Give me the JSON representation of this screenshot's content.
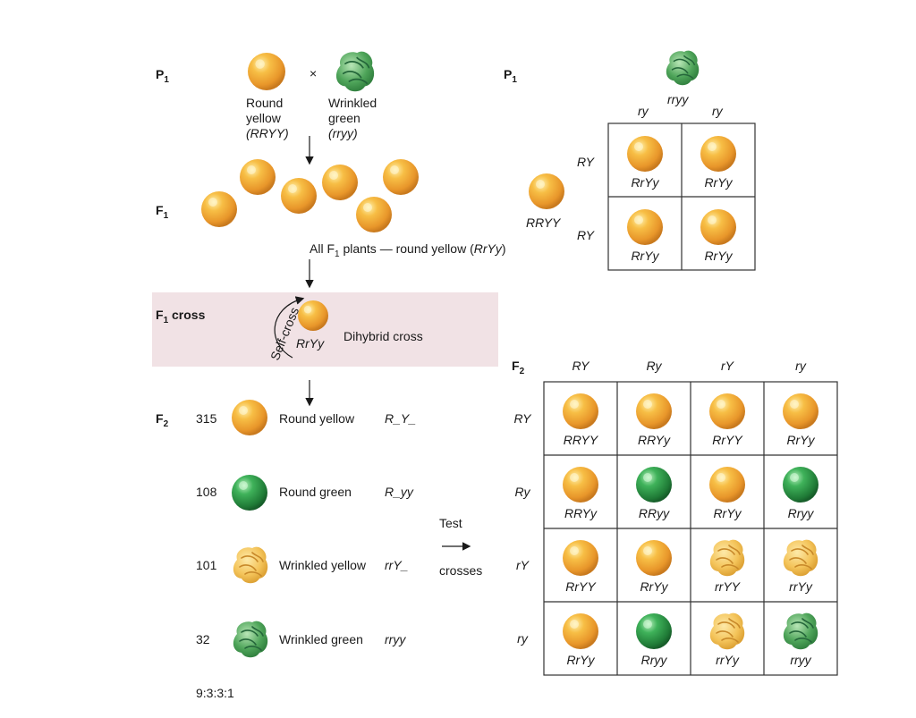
{
  "parental": {
    "p1_label": "P",
    "p1_sub": "1",
    "cross_symbol": "×",
    "round_yellow": {
      "line1": "Round",
      "line2": "yellow",
      "genotype": "(RRYY)"
    },
    "wrinkled_green": {
      "line1": "Wrinkled",
      "line2": "green",
      "genotype": "(rryy)"
    }
  },
  "f1": {
    "label": "F",
    "sub": "1",
    "caption_pre": "All F",
    "caption_sub": "1",
    "caption_mid": " plants — round yellow (",
    "caption_geno": "RrYy",
    "caption_post": ")"
  },
  "f1_cross": {
    "label_pre": "F",
    "label_sub": "1",
    "label_post": " cross",
    "self_cross": "Self-cross",
    "genotype": "RrYy",
    "description": "Dihybrid cross"
  },
  "f2": {
    "label": "F",
    "sub": "2",
    "rows": [
      {
        "count": "315",
        "phenotype": "Round yellow",
        "genotype": "R_Y_",
        "seed": "round-yellow"
      },
      {
        "count": "108",
        "phenotype": "Round green",
        "genotype": "R_yy",
        "seed": "round-green"
      },
      {
        "count": "101",
        "phenotype": "Wrinkled yellow",
        "genotype": "rrY_",
        "seed": "wrinkled-yellow"
      },
      {
        "count": "32",
        "phenotype": "Wrinkled green",
        "genotype": "rryy",
        "seed": "wrinkled-green"
      }
    ],
    "ratio": "9:3:3:1"
  },
  "test_cross": {
    "line1": "Test",
    "line2": "crosses"
  },
  "punnett_p1": {
    "label": "P",
    "sub": "1",
    "parent_genotype": "rryy",
    "col_headers": [
      "ry",
      "ry"
    ],
    "row_headers": [
      "RY",
      "RY"
    ],
    "side_genotype": "RRYY",
    "cells": [
      [
        "RrYy",
        "RrYy"
      ],
      [
        "RrYy",
        "RrYy"
      ]
    ]
  },
  "punnett_f2": {
    "label": "F",
    "sub": "2",
    "col_headers": [
      "RY",
      "Ry",
      "rY",
      "ry"
    ],
    "row_headers": [
      "RY",
      "Ry",
      "rY",
      "ry"
    ],
    "cells": [
      [
        {
          "g": "RRYY",
          "s": "round-yellow"
        },
        {
          "g": "RRYy",
          "s": "round-yellow"
        },
        {
          "g": "RrYY",
          "s": "round-yellow"
        },
        {
          "g": "RrYy",
          "s": "round-yellow"
        }
      ],
      [
        {
          "g": "RRYy",
          "s": "round-yellow"
        },
        {
          "g": "RRyy",
          "s": "round-green"
        },
        {
          "g": "RrYy",
          "s": "round-yellow"
        },
        {
          "g": "Rryy",
          "s": "round-green"
        }
      ],
      [
        {
          "g": "RrYY",
          "s": "round-yellow"
        },
        {
          "g": "RrYy",
          "s": "round-yellow"
        },
        {
          "g": "rrYY",
          "s": "wrinkled-yellow"
        },
        {
          "g": "rrYy",
          "s": "wrinkled-yellow"
        }
      ],
      [
        {
          "g": "RrYy",
          "s": "round-yellow"
        },
        {
          "g": "Rryy",
          "s": "round-green"
        },
        {
          "g": "rrYy",
          "s": "wrinkled-yellow"
        },
        {
          "g": "rryy",
          "s": "wrinkled-green"
        }
      ]
    ]
  },
  "colors": {
    "yellow_seed": "#f2a92c",
    "green_seed": "#2f9a4a",
    "wrinkled_yellow": "#f4c45a",
    "wrinkled_green": "#4fa55a",
    "f1_cross_band": "#f1e2e5",
    "grid_line": "#333333"
  }
}
